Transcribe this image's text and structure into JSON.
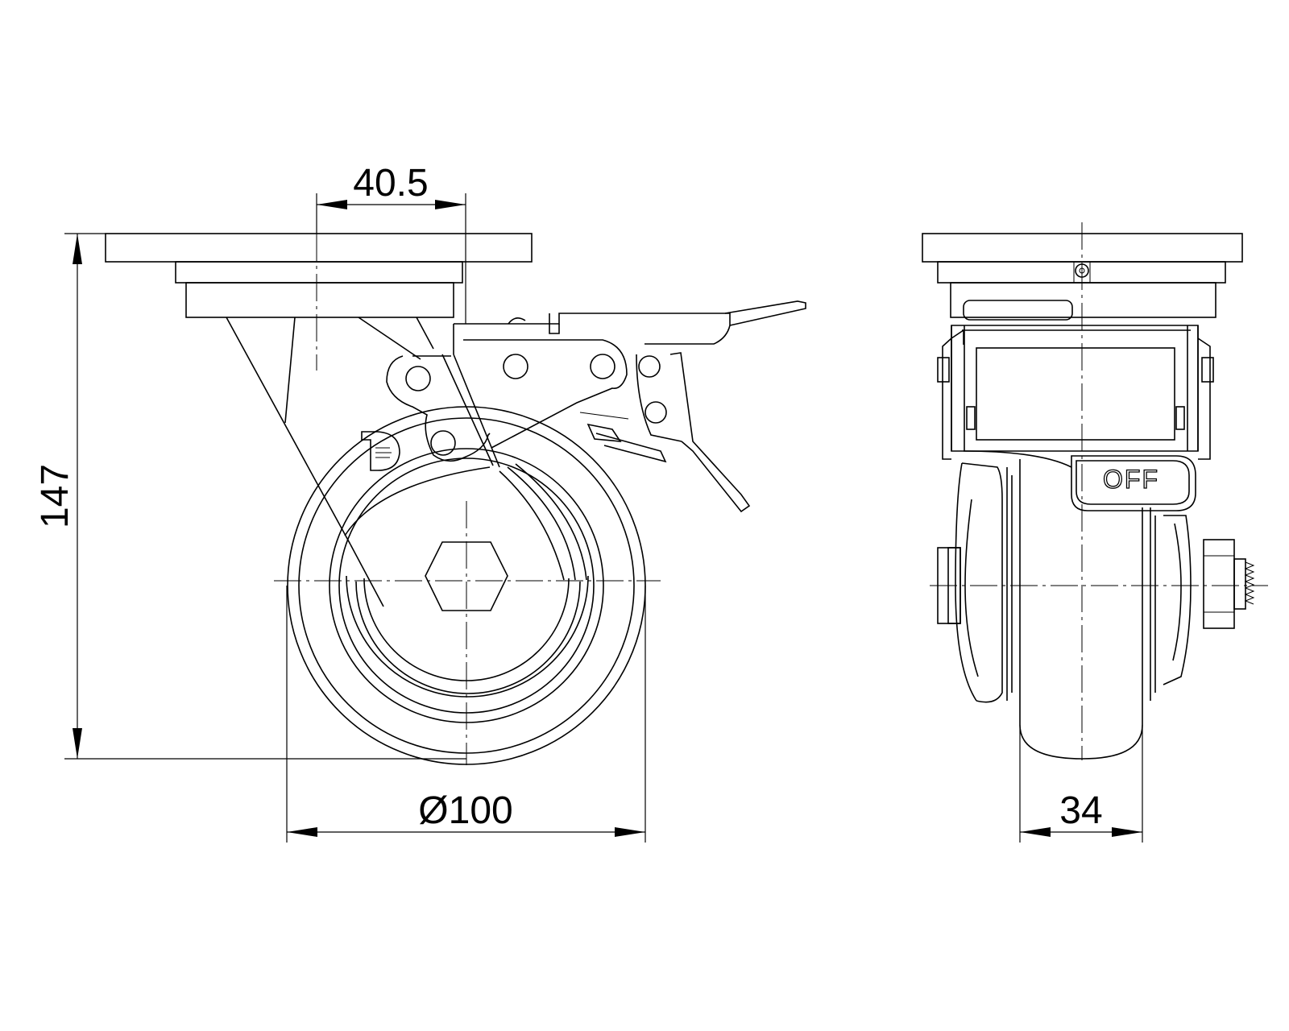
{
  "drawing": {
    "dimensions": {
      "offset": "40.5",
      "height": "147",
      "wheel_diameter": "Ø100",
      "wheel_width": "34"
    },
    "brake_label": "OFF"
  }
}
